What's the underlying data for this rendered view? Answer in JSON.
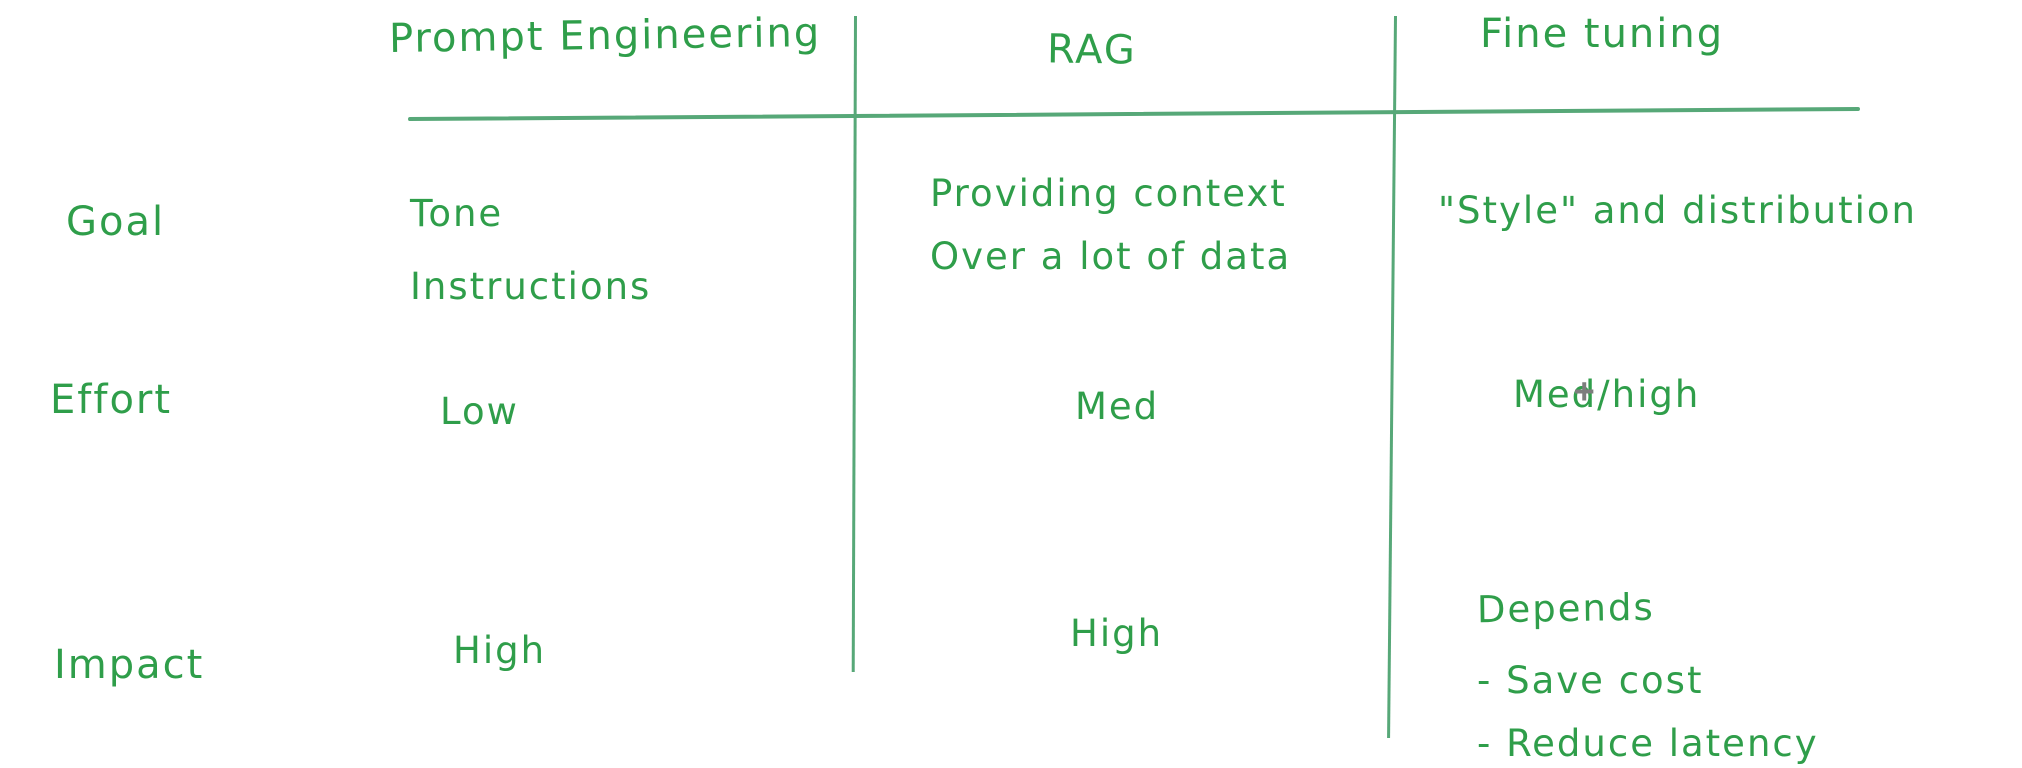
{
  "table": {
    "columns": [
      {
        "label": "Prompt Engineering"
      },
      {
        "label": "RAG"
      },
      {
        "label": "Fine tuning"
      }
    ],
    "rows": [
      {
        "label": "Goal",
        "cells": [
          {
            "lines": [
              "Tone",
              "Instructions"
            ]
          },
          {
            "lines": [
              "Providing context",
              "Over a lot of data"
            ]
          },
          {
            "lines": [
              "\"Style\" and distribution"
            ]
          }
        ]
      },
      {
        "label": "Effort",
        "cells": [
          {
            "lines": [
              "Low"
            ]
          },
          {
            "lines": [
              "Med"
            ]
          },
          {
            "lines": [
              "Med/high"
            ]
          }
        ]
      },
      {
        "label": "Impact",
        "cells": [
          {
            "lines": [
              "High"
            ]
          },
          {
            "lines": [
              "High"
            ]
          },
          {
            "lines": [
              "Depends",
              "- Save cost",
              "- Reduce latency"
            ]
          }
        ]
      }
    ]
  },
  "cursor": {
    "glyph": "+"
  },
  "colors": {
    "ink": "#2f9e4a",
    "grid_line": "#57a878",
    "background": "#ffffff",
    "cursor": "#7d7d7d"
  }
}
